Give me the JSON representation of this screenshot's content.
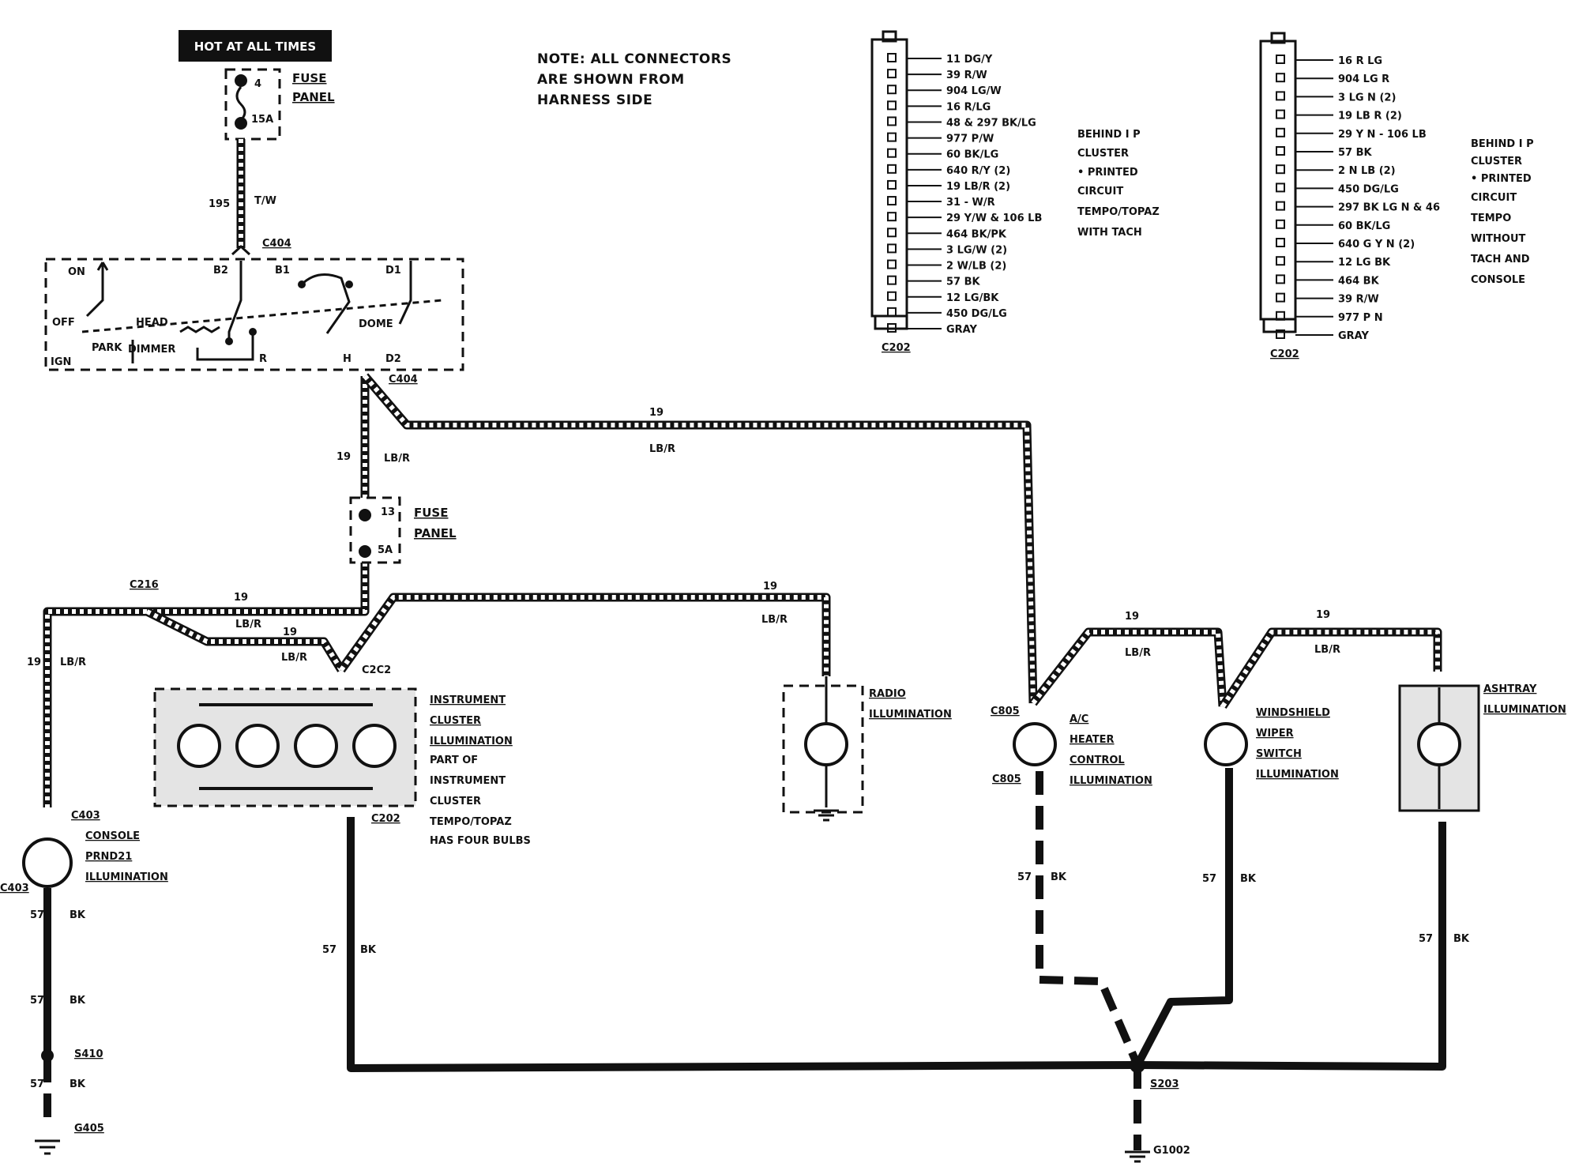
{
  "hot_label": "HOT AT ALL TIMES",
  "note": [
    "NOTE: ALL CONNECTORS",
    "ARE SHOWN FROM",
    "HARNESS SIDE"
  ],
  "fuse1": {
    "number": "4",
    "rating": "15A",
    "label1": "FUSE",
    "label2": "PANEL"
  },
  "fuse2": {
    "number": "13",
    "rating": "5A",
    "label1": "FUSE",
    "label2": "PANEL"
  },
  "wire195": {
    "num": "195",
    "color": "T/W"
  },
  "switch": {
    "connector_top": "C404",
    "connector_bottom": "C404",
    "on": "ON",
    "off": "OFF",
    "ign": "IGN",
    "head": "HEAD",
    "park": "PARK",
    "dimmer": "DIMMER",
    "dome": "DOME",
    "b2": "B2",
    "b1": "B1",
    "d1": "D1",
    "d2": "D2",
    "r": "R",
    "h": "H"
  },
  "circuit": "19",
  "circuit_color": "LB/R",
  "ground_circuit": "57",
  "ground_color": "BK",
  "connectors": {
    "c216": "C216",
    "c202_top": "C2C2",
    "c202_bottom": "C202",
    "c403_top": "C403",
    "c403_bottom": "C403",
    "c805_top": "C805",
    "c805_bottom": "C805",
    "s410": "S410",
    "g405": "G405",
    "s203": "S203",
    "g1002": "G1002"
  },
  "components": {
    "console": [
      "CONSOLE",
      "PRND21",
      "ILLUMINATION"
    ],
    "cluster": [
      "INSTRUMENT",
      "CLUSTER",
      "ILLUMINATION",
      "PART OF",
      "INSTRUMENT",
      "CLUSTER",
      "TEMPO/TOPAZ",
      "HAS FOUR BULBS"
    ],
    "radio": [
      "RADIO",
      "ILLUMINATION"
    ],
    "ac": [
      "A/C",
      "HEATER",
      "CONTROL",
      "ILLUMINATION"
    ],
    "wiper": [
      "WINDSHIELD",
      "WIPER",
      "SWITCH",
      "ILLUMINATION"
    ],
    "ashtray": [
      "ASHTRAY",
      "ILLUMINATION"
    ]
  },
  "connector_view_1": {
    "name": "C202",
    "pins": [
      "11  DG/Y",
      "39  R/W",
      "904 LG/W",
      "16 R/LG",
      "48 & 297 BK/LG",
      "977 P/W",
      "60  BK/LG",
      "640 R/Y (2)",
      "19  LB/R (2)",
      "31 - W/R",
      "29 Y/W & 106 LB",
      "464 BK/PK",
      "3  LG/W (2)",
      "2  W/LB (2)",
      "57  BK",
      "12  LG/BK",
      "450 DG/LG",
      "GRAY"
    ],
    "desc": [
      "BEHIND I P",
      "CLUSTER",
      "• PRINTED",
      "CIRCUIT",
      "TEMPO/TOPAZ",
      "WITH TACH"
    ]
  },
  "connector_view_2": {
    "name": "C202",
    "pins": [
      "16 R LG",
      "904 LG R",
      "3 LG N (2)",
      "19 LB R (2)",
      "29 Y N - 106 LB",
      "57 BK",
      "2 N LB (2)",
      "450 DG/LG",
      "297 BK LG N & 46",
      "60 BK/LG",
      "640 G Y N (2)",
      "12 LG BK",
      "464 BK",
      "39  R/W",
      "977 P N",
      "GRAY"
    ],
    "desc": [
      "BEHIND I P",
      "CLUSTER",
      "• PRINTED",
      "CIRCUIT",
      "TEMPO",
      "WITHOUT",
      "TACH AND",
      "CONSOLE"
    ]
  }
}
